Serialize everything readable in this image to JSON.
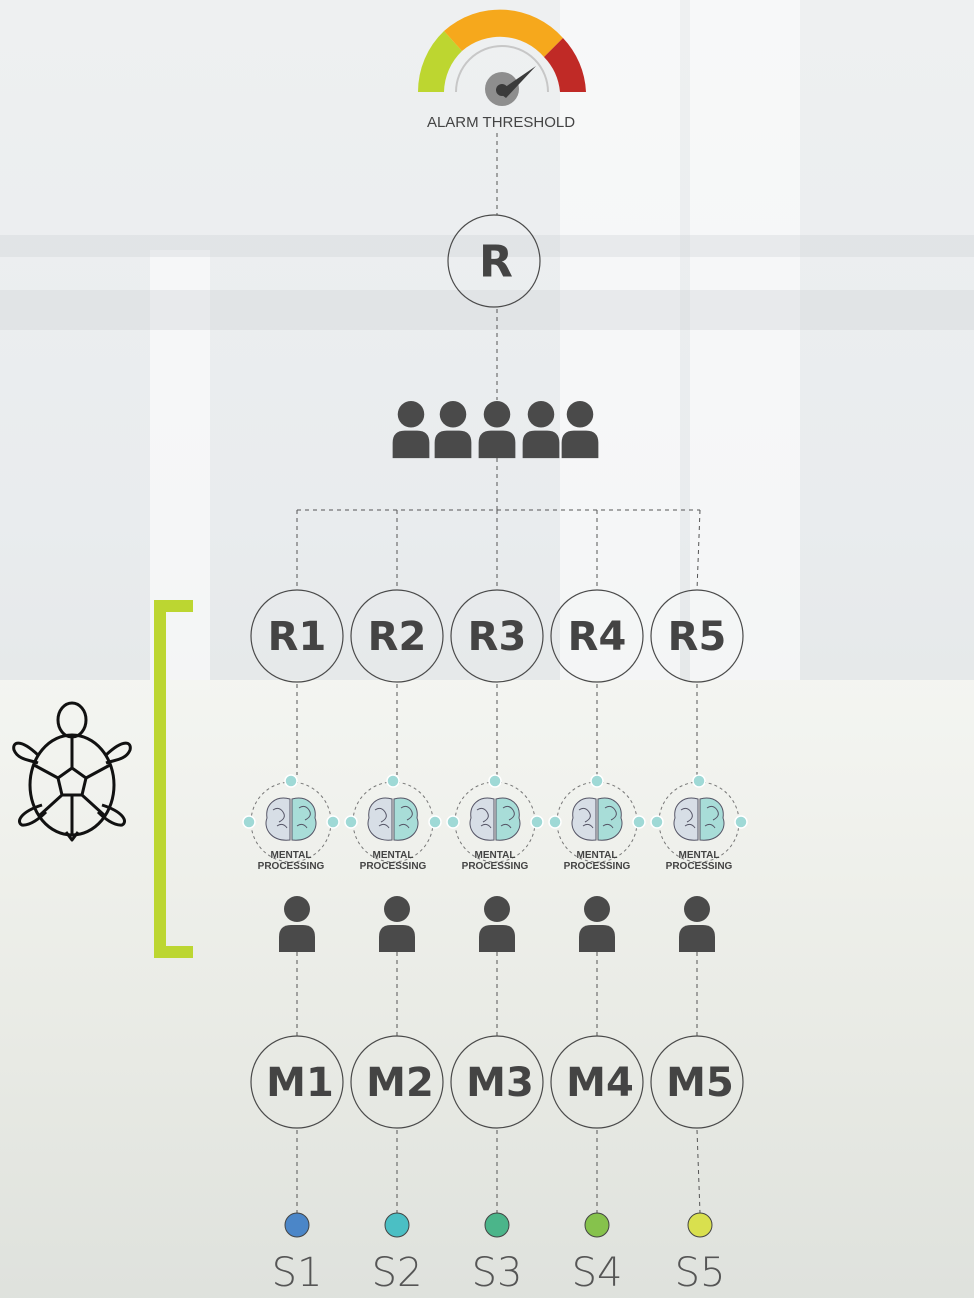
{
  "gauge": {
    "label": "ALARM THRESHOLD",
    "colors": [
      "#bdd630",
      "#f6a81c",
      "#c02a26"
    ]
  },
  "root": {
    "label": "R"
  },
  "team_icon": "people-group-icon",
  "turtle_icon": "turtle-icon",
  "bracket_color": "#bcd631",
  "columns": [
    {
      "r": "R1",
      "m": "M1",
      "s": "S1",
      "mp": [
        "MENTAL",
        "PROCESSING"
      ],
      "sensor_color": "#4b86c8"
    },
    {
      "r": "R2",
      "m": "M2",
      "s": "S2",
      "mp": [
        "MENTAL",
        "PROCESSING"
      ],
      "sensor_color": "#4bbfc4"
    },
    {
      "r": "R3",
      "m": "M3",
      "s": "S3",
      "mp": [
        "MENTAL",
        "PROCESSING"
      ],
      "sensor_color": "#4bb58a"
    },
    {
      "r": "R4",
      "m": "M4",
      "s": "S4",
      "mp": [
        "MENTAL",
        "PROCESSING"
      ],
      "sensor_color": "#86c24c"
    },
    {
      "r": "R5",
      "m": "M5",
      "s": "S5",
      "mp": [
        "MENTAL",
        "PROCESSING"
      ],
      "sensor_color": "#d9e04e"
    }
  ]
}
